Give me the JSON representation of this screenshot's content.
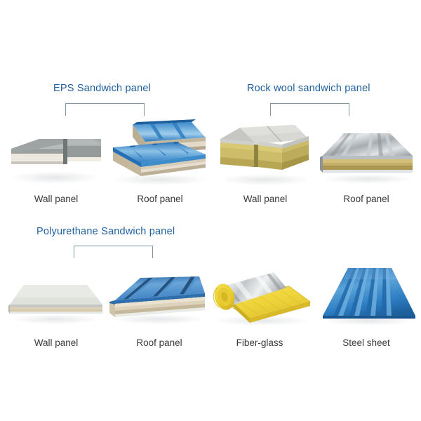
{
  "page": {
    "background_color": "#ffffff",
    "heading_color": "#1f5f9e",
    "caption_color": "#3a3a3a",
    "bracket_color": "#7d96a5"
  },
  "groups": [
    {
      "id": "eps",
      "label": "EPS Sandwich panel"
    },
    {
      "id": "rockwool",
      "label": "Rock wool sandwich panel"
    },
    {
      "id": "polyurethane",
      "label": "Polyurethane Sandwich panel"
    }
  ],
  "items": [
    {
      "id": "eps-wall-panel",
      "caption": "Wall panel",
      "group": "eps",
      "icon": "eps-wall-panel-image",
      "colors": {
        "face": "#9aa0a0",
        "face_light": "#b9bdbd",
        "core": "#e9e6df",
        "edge": "#7e8485"
      }
    },
    {
      "id": "eps-roof-panel",
      "caption": "Roof panel",
      "group": "eps",
      "icon": "eps-roof-panel-image",
      "colors": {
        "face": "#2f7fc4",
        "face_light": "#77b4e0",
        "face_dark": "#1e5f9c",
        "core": "#d8cdb9"
      }
    },
    {
      "id": "rockwool-wall-panel",
      "caption": "Wall panel",
      "group": "rockwool",
      "icon": "rockwool-wall-panel-image",
      "colors": {
        "face": "#c9c9c4",
        "face_light": "#dedfda",
        "core": "#d4c271",
        "core_dark": "#b9a654"
      }
    },
    {
      "id": "rockwool-roof-panel",
      "caption": "Roof panel",
      "group": "rockwool",
      "icon": "rockwool-roof-panel-image",
      "colors": {
        "face": "#a9aeb2",
        "face_light": "#d6dadd",
        "core": "#c3ae67",
        "core_dark": "#9d8a48"
      }
    },
    {
      "id": "pu-wall-panel",
      "caption": "Wall panel",
      "group": "polyurethane",
      "icon": "pu-wall-panel-image",
      "colors": {
        "face": "#cfd1cd",
        "face_light": "#e3e5e1",
        "core": "#cfc3a6",
        "edge": "#b3b5b0"
      }
    },
    {
      "id": "pu-roof-panel",
      "caption": "Roof panel",
      "group": "polyurethane",
      "icon": "pu-roof-panel-image",
      "colors": {
        "face": "#3f83c4",
        "face_light": "#79aede",
        "face_dark": "#27517e",
        "core": "#ddd2bb"
      }
    },
    {
      "id": "fiber-glass",
      "caption": "Fiber-glass",
      "group": "polyurethane",
      "icon": "fiber-glass-roll-image",
      "colors": {
        "wool": "#f0d53c",
        "wool_dark": "#d9b827",
        "foil": "#cfd2d4",
        "foil_light": "#f2f4f5"
      }
    },
    {
      "id": "steel-sheet",
      "caption": "Steel sheet",
      "group": "polyurethane",
      "icon": "steel-sheet-image",
      "colors": {
        "face": "#2f7fc4",
        "face_light": "#5ba3d9",
        "face_dark": "#1d5f9b"
      }
    }
  ]
}
